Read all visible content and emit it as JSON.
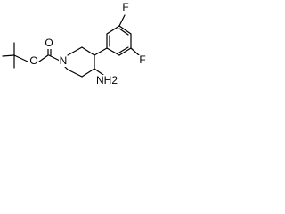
{
  "structure": {
    "colors": {
      "bond": "#000000",
      "label": "#000000",
      "background": "#ffffff"
    },
    "atoms": {
      "carbonyl_oxygen": "O",
      "ester_oxygen": "O",
      "ring_nitrogen": "N",
      "amine": "NH2",
      "fluorine_top": "F",
      "fluorine_bottom": "F"
    }
  }
}
